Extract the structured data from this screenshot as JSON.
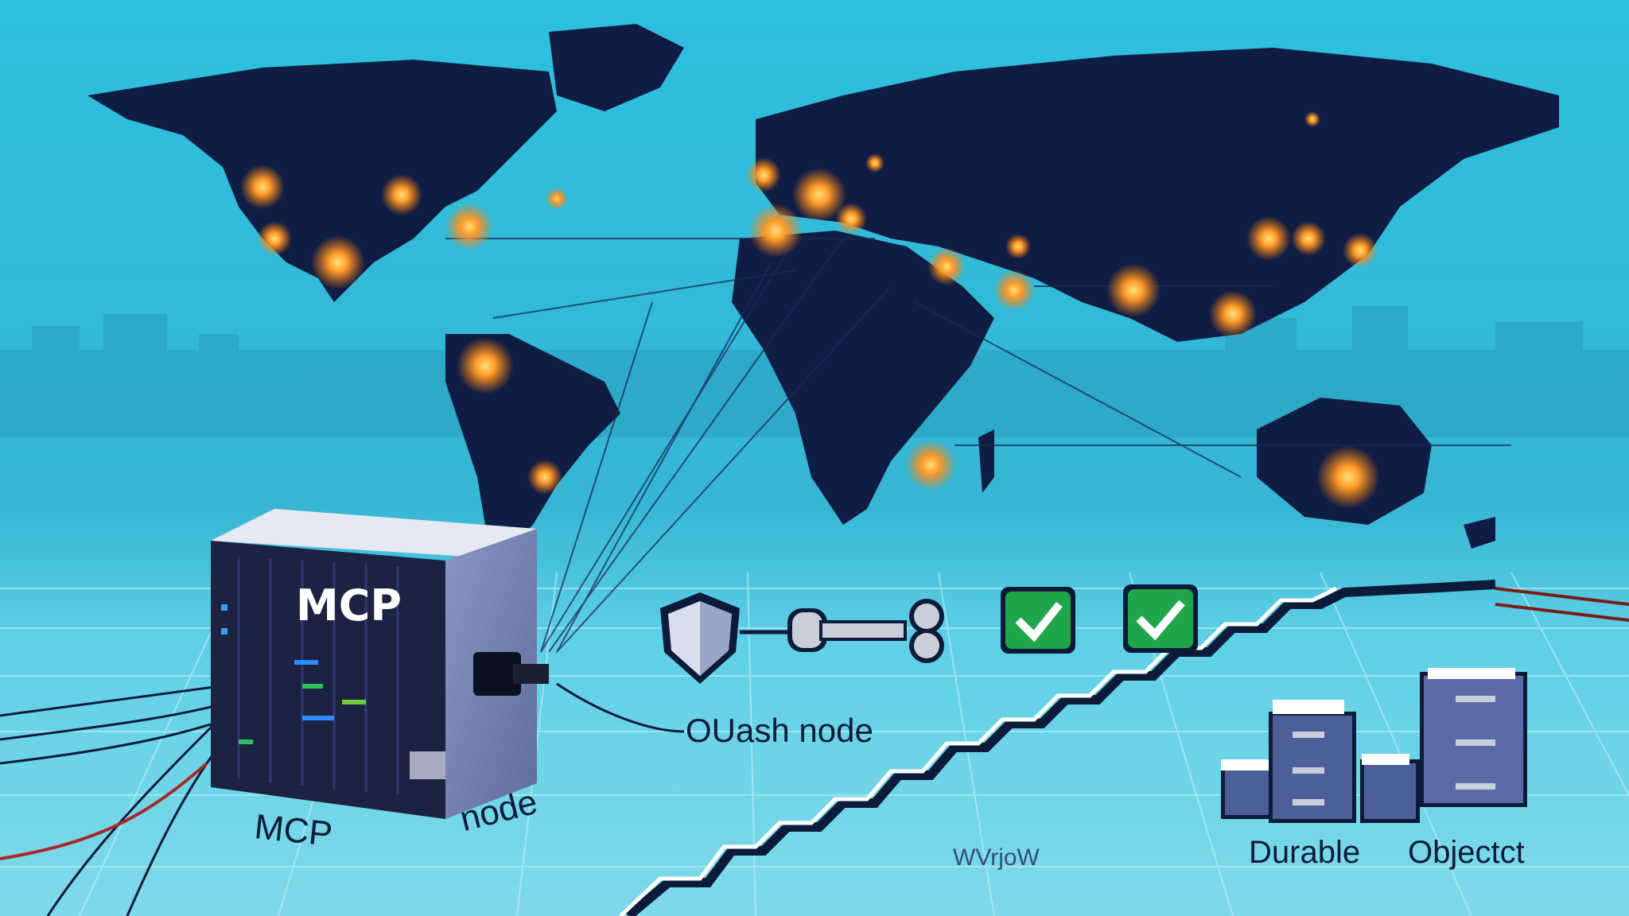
{
  "scene": {
    "server_label": "MCP",
    "labels": {
      "mcp": "MCP",
      "node": "node",
      "hash_node": "OUash node",
      "workflow": "WVrjoW",
      "durable": "Durable",
      "objects": "Objectct"
    }
  },
  "colors": {
    "ocean": "#2fb8d6",
    "land": "#0f1d45",
    "glow": "#ff8a1e",
    "check": "#1fa64a",
    "server": "#6f7fa8",
    "cabinet": "#4d5f99"
  },
  "icons": [
    "world-map",
    "server-icon",
    "shield-icon",
    "key-icon",
    "check-icon",
    "check-icon",
    "filing-cabinet-icon"
  ]
}
